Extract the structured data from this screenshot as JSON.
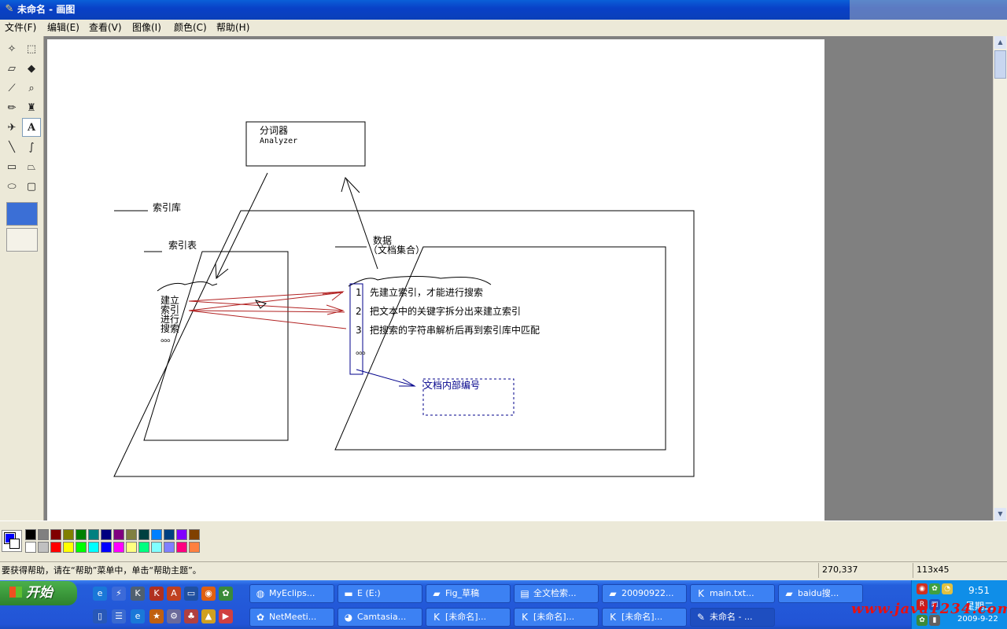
{
  "window": {
    "title": "未命名 - 画图"
  },
  "menu": [
    "文件(F)",
    "编辑(E)",
    "查看(V)",
    "图像(I)",
    "颜色(C)",
    "帮助(H)"
  ],
  "tools": [
    "free-select-icon",
    "rect-select-icon",
    "eraser-icon",
    "fill-icon",
    "color-picker-icon",
    "magnifier-icon",
    "pencil-icon",
    "brush-icon",
    "airbrush-icon",
    "text-icon",
    "line-icon",
    "curve-icon",
    "rectangle-icon",
    "polygon-icon",
    "ellipse-icon",
    "rounded-rect-icon"
  ],
  "drawing": {
    "analyzer_title": "分词器",
    "analyzer_sub": "Analyzer",
    "index_lib": "索引库",
    "index_table": "索引表",
    "terms": [
      "建立",
      "索引",
      "进行",
      "搜索",
      "。。。"
    ],
    "data_title": "数据",
    "data_subtitle": "（文档集合）",
    "docs": [
      "1",
      "2",
      "3"
    ],
    "doc_lines": [
      "先建立索引，才能进行搜索",
      "把文本中的关键字拆分出来建立索引",
      "把搜索的字符串解析后再到索引库中匹配"
    ],
    "docs_more": "。。。",
    "doc_id_label": "文档内部编号"
  },
  "palette": {
    "colors": [
      "#000000",
      "#808080",
      "#800000",
      "#808000",
      "#008000",
      "#008080",
      "#000080",
      "#800080",
      "#808040",
      "#004040",
      "#0080ff",
      "#004080",
      "#8000ff",
      "#804000",
      "#ffffff",
      "#c0c0c0",
      "#ff0000",
      "#ffff00",
      "#00ff00",
      "#00ffff",
      "#0000ff",
      "#ff00ff",
      "#ffff80",
      "#00ff80",
      "#80ffff",
      "#8080ff",
      "#ff0080",
      "#ff8040"
    ],
    "foreground": "#0000ff",
    "background": "#ffffff"
  },
  "status": {
    "help": "要获得帮助，请在“帮助”菜单中，单击“帮助主题”。",
    "coords": "270,337",
    "size": "113x45"
  },
  "taskbar": {
    "start": "开始",
    "row1": [
      "MyEclips...",
      "E (E:)",
      "Fig_草稿",
      "全文检索...",
      "20090922...",
      "main.txt...",
      "baidu搜..."
    ],
    "row2": [
      "NetMeeti...",
      "Camtasia...",
      "[未命名]...",
      "[未命名]...",
      "[未命名]...",
      "未命名 - ..."
    ],
    "clock": {
      "time": "9:51",
      "day": "星期二",
      "date": "2009-9-22"
    },
    "watermark": "www.java1234.com"
  }
}
